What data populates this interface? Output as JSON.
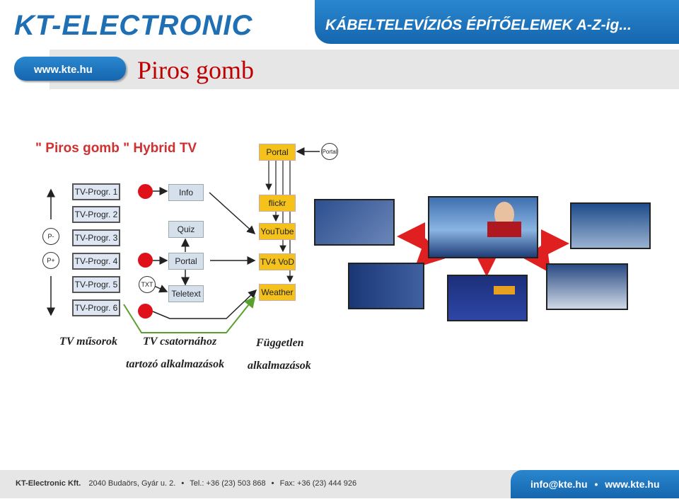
{
  "header": {
    "logo": "KT-ELECTRONIC",
    "tagline": "KÁBELTELEVÍZIÓS ÉPÍTŐELEMEK A-Z-ig...",
    "website": "www.kte.hu"
  },
  "slide": {
    "title": "Piros gomb"
  },
  "diagram": {
    "heading": "\" Piros gomb \" Hybrid TV",
    "programs": [
      "TV-Progr. 1",
      "TV-Progr. 2",
      "TV-Progr. 3",
      "TV-Progr. 4",
      "TV-Progr. 5",
      "TV-Progr. 6"
    ],
    "p_minus": "P-",
    "p_plus": "P+",
    "txt": "TXT",
    "channel_apps": [
      "Info",
      "Quiz",
      "Portal",
      "Teletext"
    ],
    "portal_circle": "Portal",
    "independent_apps": [
      "Portal",
      "flickr",
      "YouTube",
      "TV4 VoD",
      "Weather"
    ],
    "label_programs": "TV műsorok",
    "label_channel_1": "TV csatornához",
    "label_channel_2": "tartozó alkalmazások",
    "label_indep_1": "Független",
    "label_indep_2": "alkalmazások",
    "red_color": "#e0101a",
    "yellow_color": "#f4c21a"
  },
  "footer": {
    "company": "KT-Electronic Kft.",
    "address": "2040 Budaörs, Gyár u. 2.",
    "tel": "Tel.: +36 (23) 503 868",
    "fax": "Fax: +36 (23) 444 926",
    "email": "info@kte.hu",
    "website": "www.kte.hu"
  }
}
